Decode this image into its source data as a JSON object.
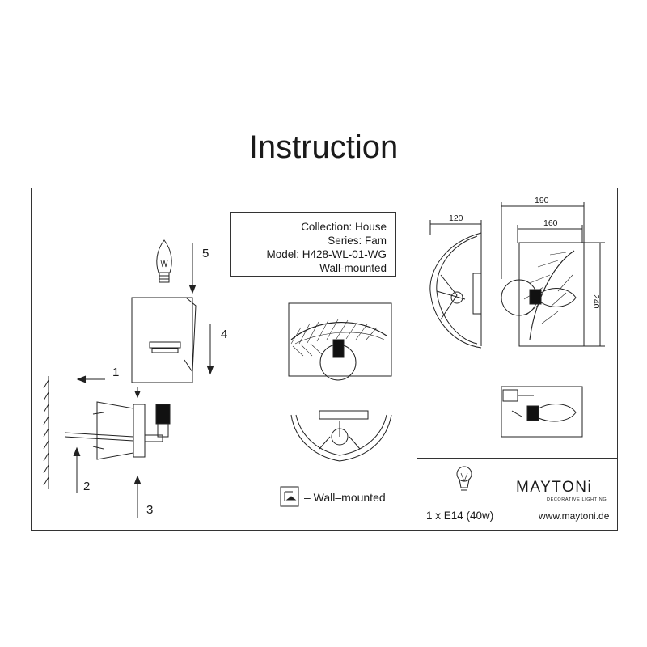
{
  "title": "Instruction",
  "product_info": {
    "collection": "Collection: House",
    "series": "Series: Fam",
    "model": "Model: H428-WL-01-WG",
    "mounting": "Wall-mounted"
  },
  "steps": [
    "1",
    "2",
    "3",
    "4",
    "5"
  ],
  "legend": {
    "text": "– Wall–mounted",
    "icon": "wall-mount-icon"
  },
  "dimensions": {
    "depth": "120",
    "width_outer": "190",
    "width_inner": "160",
    "height": "240"
  },
  "bulb_spec": {
    "text": "1 x E14 (40w)",
    "icon": "light-bulb-icon"
  },
  "brand": {
    "name": "MAYTONi",
    "tagline": "DECORATIVE LIGHTING",
    "website": "www.maytoni.de"
  }
}
